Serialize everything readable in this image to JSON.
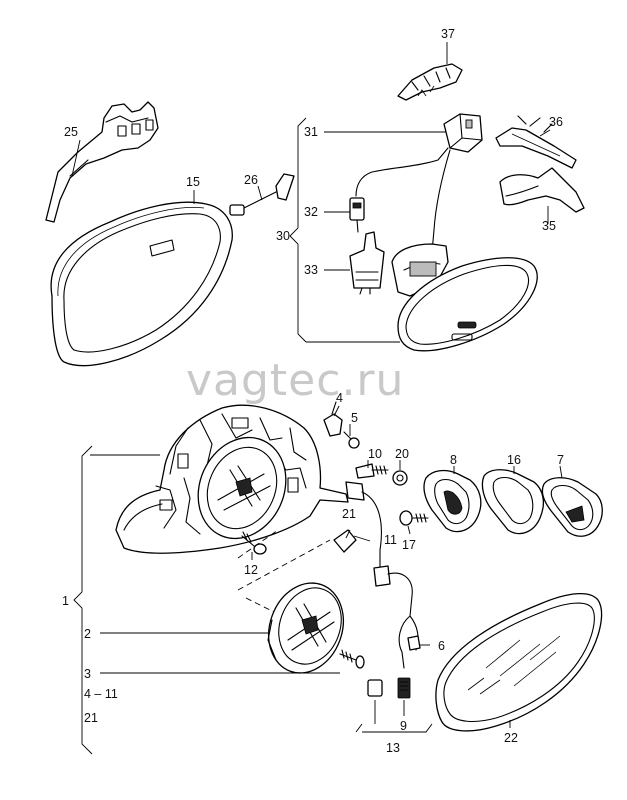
{
  "watermark": "vagtec.ru",
  "callouts": {
    "c1": "1",
    "c2": "2",
    "c3": "3",
    "c4": "4",
    "c4_11": "4 – 11",
    "c5": "5",
    "c6": "6",
    "c7": "7",
    "c8": "8",
    "c9": "9",
    "c10": "10",
    "c11": "11",
    "c12": "12",
    "c13": "13",
    "c15": "15",
    "c16": "16",
    "c17": "17",
    "c20": "20",
    "c21a": "21",
    "c21b": "21",
    "c22": "22",
    "c25": "25",
    "c26": "26",
    "c30": "30",
    "c31": "31",
    "c32": "32",
    "c33": "33",
    "c35": "35",
    "c36": "36",
    "c37": "37"
  }
}
